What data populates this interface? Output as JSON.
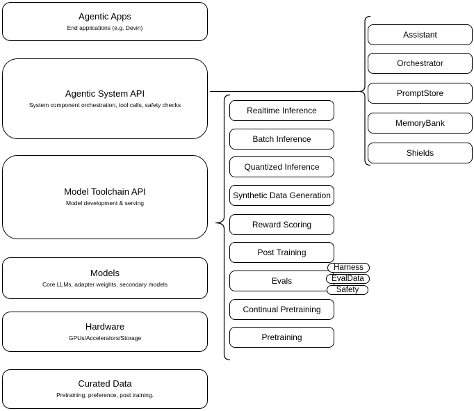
{
  "diagram": {
    "left_column": [
      {
        "title": "Agentic Apps",
        "subtitle": "End applications (e.g. Devin)"
      },
      {
        "title": "Agentic System API",
        "subtitle": "System component orchestration, tool calls, safety checks"
      },
      {
        "title": "Model Toolchain API",
        "subtitle": "Model development & serving"
      },
      {
        "title": "Models",
        "subtitle": "Core LLMs, adapter weights, secondary models"
      },
      {
        "title": "Hardware",
        "subtitle": "GPUs/Accelerators/Storage"
      },
      {
        "title": "Curated Data",
        "subtitle": "Pretraining, preference, post training."
      }
    ],
    "middle_column": [
      "Realtime Inference",
      "Batch Inference",
      "Quantized Inference",
      "Synthetic Data Generation",
      "Reward Scoring",
      "Post Training",
      "Evals",
      "Continual Pretraining",
      "Pretraining"
    ],
    "evals_badges": [
      "Harness",
      "EvalData",
      "Safety"
    ],
    "right_column": [
      "Assistant",
      "Orchestrator",
      "PromptStore",
      "MemoryBank",
      "Shields"
    ],
    "colors": {
      "stroke": "#000000",
      "fill": "#ffffff",
      "background": "#ffffff"
    }
  }
}
